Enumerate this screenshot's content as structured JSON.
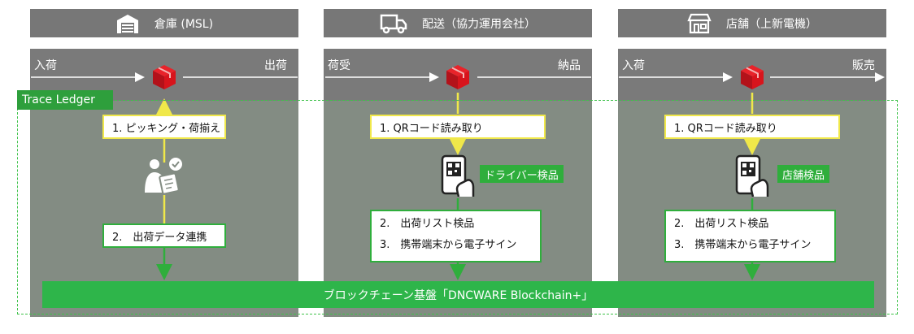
{
  "columns": [
    {
      "header": "倉庫 (MSL)",
      "header_icon": "warehouse-icon",
      "left_label": "入荷",
      "right_label": "出荷",
      "step1": "1. ピッキング・荷揃え",
      "step2": "2.　出荷データ連携",
      "actor_icon": "worker-checklist-icon"
    },
    {
      "header": "配送（協力運用会社）",
      "header_icon": "truck-icon",
      "left_label": "荷受",
      "right_label": "納品",
      "step1": "1. QRコード読み取り",
      "badge": "ドライバー検品",
      "step2a": "2.　出荷リスト検品",
      "step2b": "3.　携帯端末から電子サイン",
      "actor_icon": "phone-qr-icon"
    },
    {
      "header": "店舗（上新電機）",
      "header_icon": "store-icon",
      "left_label": "入荷",
      "right_label": "販売",
      "step1": "1. QRコード読み取り",
      "badge": "店舗検品",
      "step2a": "2.　出荷リスト検品",
      "step2b": "3.　携帯端末から電子サイン",
      "actor_icon": "phone-qr-icon"
    }
  ],
  "ledger_label": "Trace Ledger",
  "blockchain_label": "ブロックチェーン基盤「DNCWARE Blockchain+」",
  "colors": {
    "column_bg": "#7a7a7a",
    "ledger_green": "#2e9f3c",
    "chain_green": "#2eb54a",
    "step_yellow_border": "#f0e84a",
    "package_red": "#d8141c"
  }
}
